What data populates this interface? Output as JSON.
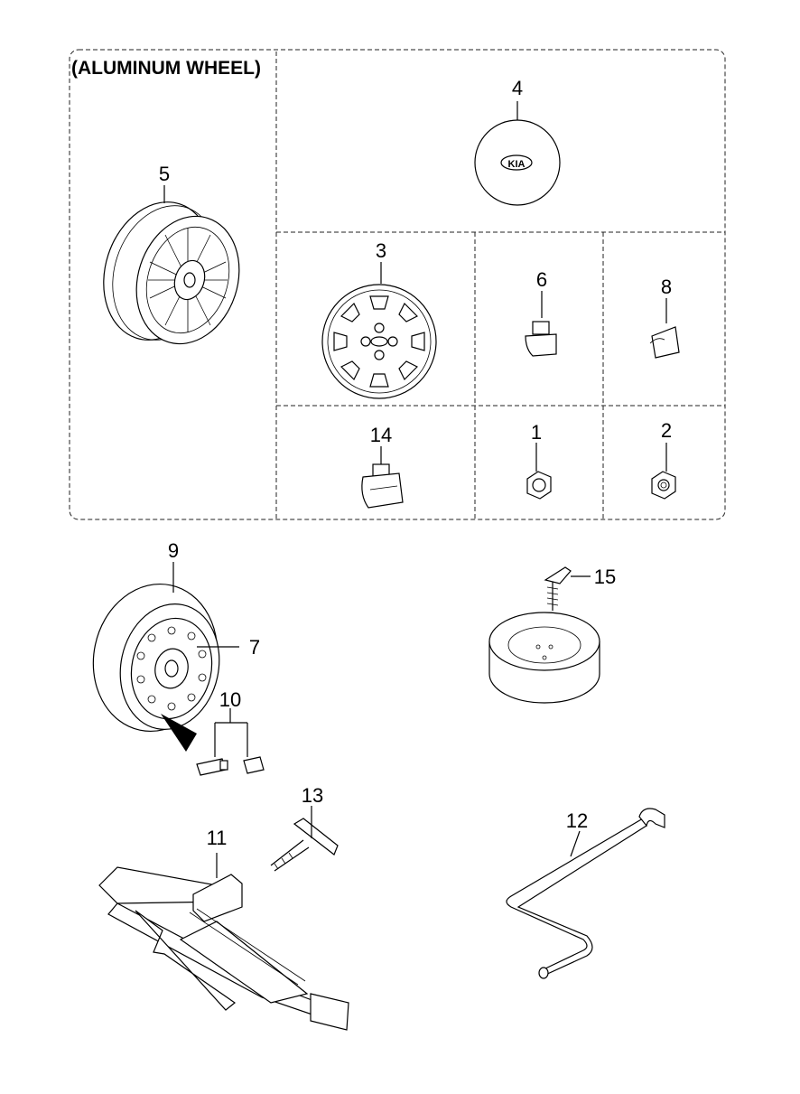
{
  "title": "(ALUMINUM WHEEL)",
  "callouts": [
    {
      "id": "4",
      "part": "center-cap"
    },
    {
      "id": "5",
      "part": "aluminum-wheel"
    },
    {
      "id": "3",
      "part": "wheel-cover"
    },
    {
      "id": "6",
      "part": "balance-weight"
    },
    {
      "id": "8",
      "part": "balance-weight-clip"
    },
    {
      "id": "14",
      "part": "balance-weight-alt"
    },
    {
      "id": "1",
      "part": "wheel-nut"
    },
    {
      "id": "2",
      "part": "wheel-nut-alt"
    },
    {
      "id": "9",
      "part": "tire"
    },
    {
      "id": "7",
      "part": "steel-wheel"
    },
    {
      "id": "10",
      "part": "valve"
    },
    {
      "id": "15",
      "part": "spare-tire-bolt"
    },
    {
      "id": "13",
      "part": "jack-handle-bar"
    },
    {
      "id": "11",
      "part": "jack"
    },
    {
      "id": "12",
      "part": "wheel-wrench"
    }
  ],
  "cap_logo": "KIA",
  "colors": {
    "line": "#000000",
    "background": "#ffffff"
  }
}
